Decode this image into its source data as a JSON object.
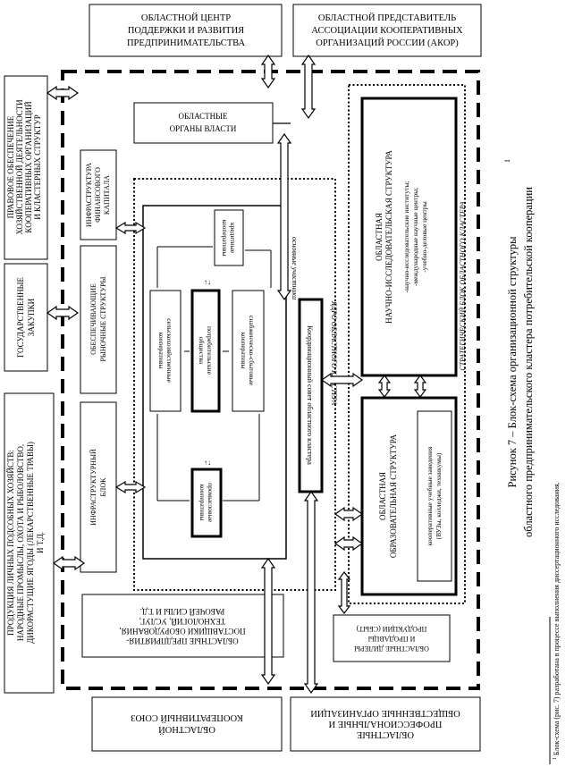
{
  "top_boxes": {
    "center_support": [
      "ОБЛАСТНОЙ ЦЕНТР",
      "ПОДДЕРЖКИ И РАЗВИТИЯ",
      "ПРЕДПРИНИМАТЕЛЬСТВА"
    ],
    "akor": [
      "ОБЛАСТНОЙ ПРЕДСТАВИТЕЛЬ",
      "АССОЦИАЦИИ КООПЕРАТИВНЫХ",
      "ОРГАНИЗАЦИЙ РОССИИ (АКОР)"
    ]
  },
  "left_boxes": {
    "legal": [
      "ПРАВОВОЕ ОБЕСПЕЧЕНИЕ",
      "ХОЗЯЙСТВЕННОЙ ДЕЯТЕЛЬНОСТИ",
      "КООПЕРАТИВНЫХ ОРГАНИЗАЦИЙ",
      "И КЛАСТЕРНЫХ СТРУКТУР"
    ],
    "state_purchases": [
      "ГОСУДАРСТВЕННЫЕ",
      "ЗАКУПКИ"
    ],
    "products": [
      "ПРОДУКЦИЯ ЛИЧНЫХ ПОДСОБНЫХ ХОЗЯЙСТВ:",
      "НАРОДНЫЕ ПРОМЫСЛЫ, ОХОТА И РЫБОЛОВСТВО,",
      "ДИКОРАСТУЩИЕ ЯГОДЫ (ЛЕКАРСТВЕННЫЕ ТРАВЫ)",
      "И Т.Д."
    ]
  },
  "bottom_boxes": {
    "coop_union": [
      "ОБЛАСТНОЙ",
      "КООПЕРАТИВНЫЙ СОЮЗ"
    ],
    "professional_orgs": [
      "ОБЛАСТНЫЕ",
      "ПРОФЕССИОНАЛЬНЫЕ И",
      "ОБЩЕСТВЕННЫЕ ОРГАНИЗАЦИИ"
    ]
  },
  "inner": {
    "authorities": [
      "ОБЛАСТНЫЕ",
      "ОРГАНЫ ВЛАСТИ"
    ],
    "finance": [
      "ИНФРАСТРУКТУРА",
      "ФИНАНСОВОГО",
      "КАПИТАЛА"
    ],
    "market": [
      "ОБЕСПЕЧИВАЮЩИЕ",
      "РЫНОЧНЫЕ СТРУКТУРЫ"
    ],
    "infra": [
      "ИНФРАСТРУКТУРНЫЙ",
      "БЛОК"
    ],
    "suppliers": [
      "ОБЛАСТНЫЕ ПРЕДПРИЯТИЯ-",
      "ПОСТАВЩИКИ ОБОРУДОВАНИЯ,",
      "ТЕХНОЛОГИЙ, УСЛУГ,",
      "РАБОЧЕЙ СИЛЫ И Т.Д."
    ],
    "dealers": [
      "ОБЛАСТНЫЕ ДИЛЕРЫ",
      "И ПРОДАВЦЫ",
      "ПРОДУКЦИИ (СБЫТ)"
    ],
    "main_participants": "основные участники",
    "core_label": "ЯДРО ОБЛАСТНОГО КЛАСТЕРА",
    "strategic_label": "СТРАТЕГИЧЕСКИЙ БЛОК ОБЛАСТНОГО КЛАСТЕРА"
  },
  "coops": {
    "credit": [
      "кредитные",
      "кооперативы"
    ],
    "agri": [
      "сельскохозяйственные",
      "кооперативы"
    ],
    "consumer": [
      "потребительские",
      "общества"
    ],
    "supply": [
      "снабженческо-сбытовые",
      "кооперативы"
    ],
    "industrial": [
      "промысловые",
      "кооперативы"
    ]
  },
  "council": "Координационный совет областного кластера",
  "research": {
    "title": [
      "ОБЛАСТНАЯ",
      "НАУЧНО-ИССЛЕДОВАТЕЛЬСКАЯ СТРУКТУРА"
    ],
    "items": [
      "-научно-исследовательские институты;",
      "-международные научные центры;",
      "-учебно-деловые центры"
    ]
  },
  "education": {
    "title": [
      "ОБЛАСТНАЯ",
      "ОБРАЗОВАТЕЛЬНАЯ СТРУКТУРА"
    ],
    "items": [
      "кооперативные учебные заведения",
      "(ВУЗы, колледжи, техникумы)"
    ]
  },
  "caption": {
    "line1": "Рисунок 7 – Блок-схема организационной структуры",
    "line2": "областного предпринимательского кластера потребительской кооперации",
    "sup": "1"
  },
  "footnote": {
    "sup": "1",
    "text": " Блок-схема (рис. 7) разработана в процессе выполнения диссертационного исследования."
  }
}
